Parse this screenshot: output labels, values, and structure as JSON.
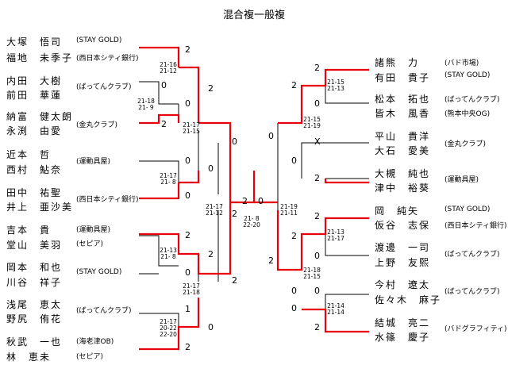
{
  "title": "混合複一般複",
  "left_entries": [
    {
      "p1": "大塚　悟司",
      "p2": "福地　未季子",
      "club": "(STAY GOLD)",
      "club2": "(西日本シティ銀行)"
    },
    {
      "p1": "内田　大樹",
      "p2": "前田　華蓮",
      "club": "(ばってんクラブ)"
    },
    {
      "p1": "納富　健太朗",
      "p2": "永渕　由愛",
      "club": "(金丸クラブ)"
    },
    {
      "p1": "近本　哲",
      "p2": "西村　鮎奈",
      "club": "(運動具屋)"
    },
    {
      "p1": "田中　祐聖",
      "p2": "井上　亜沙美",
      "club": "(西日本シティ銀行)"
    },
    {
      "p1": "吉本　貴",
      "p2": "堂山　美羽",
      "club": "(運動具屋)",
      "club2": "(セピア)"
    },
    {
      "p1": "岡本　和也",
      "p2": "川谷　祥子",
      "club": "(STAY GOLD)"
    },
    {
      "p1": "浅尾　恵太",
      "p2": "野尻　侑花",
      "club": "(ばってんクラブ)"
    },
    {
      "p1": "秋武　一也",
      "p2": "林　恵未",
      "club": "(海老津OB)",
      "club2": "(セピア)"
    }
  ],
  "right_entries": [
    {
      "p1": "諸熊　力",
      "p2": "有田　貴子",
      "club": "(バド市場)",
      "club2": "(STAY GOLD)"
    },
    {
      "p1": "松本　拓也",
      "p2": "皆木　風香",
      "club": "(ばってんクラブ)",
      "club2": "(熊本中央OG)"
    },
    {
      "p1": "平山　貴洋",
      "p2": "大石　愛美",
      "club": "(金丸クラブ)"
    },
    {
      "p1": "大槻　純也",
      "p2": "津中　裕葵",
      "club": "(運動具屋)"
    },
    {
      "p1": "岡　純矢",
      "p2": "仮谷　志保",
      "club": "(STAY GOLD)",
      "club2": "(西日本シティ銀行)"
    },
    {
      "p1": "渡邊　一司",
      "p2": "上野　友熙",
      "club": "(ばってんクラブ)"
    },
    {
      "p1": "今村　遼太",
      "p2": "佐々木　麻子",
      "club": "(ばってんクラブ)"
    },
    {
      "p1": "結城　亮二",
      "p2": "水篠　慶子",
      "club": "(バドグラフィティ)"
    }
  ],
  "game_scores": {
    "ls1": "21-16\n21-12",
    "ls2": "21-18\n21- 9",
    "ls3": "21-17\n21-15",
    "ls4": "21-17\n21- 8",
    "ls5": "21-17\n21-12",
    "ls6": "21-13\n21- 8",
    "ls7": "21-17\n21-18",
    "ls8": "21-17\n20-22\n22-20",
    "final": "21- 8\n22-20",
    "rs1": "21-15\n21-13",
    "rs2": "21-15\n21-19",
    "rs3": "21-19\n21-11",
    "rs4": "21-13\n21-17",
    "rs5": "21-18\n21-15",
    "rs6": "21-14\n21-14"
  },
  "game_counts": {
    "l1": "2",
    "l2": "0",
    "l3": "0",
    "l4": "2",
    "l5": "2",
    "l6": "0",
    "l7": "0",
    "l8": "0",
    "l9": "2",
    "l10": "2",
    "l11": "1",
    "l12": "0",
    "l13": "2",
    "l14": "0",
    "l15": "2",
    "l16": "2",
    "l17": "2",
    "l18": "0",
    "c1": "2",
    "c2": "0",
    "r1": "2",
    "r2": "0",
    "r3": "X",
    "r4": "0",
    "r5": "2",
    "r6": "2",
    "r7": "0",
    "r8": "0",
    "r9": "2",
    "r10": "0",
    "r11": "0",
    "r12": "2",
    "r13": "0",
    "r14": "2"
  }
}
